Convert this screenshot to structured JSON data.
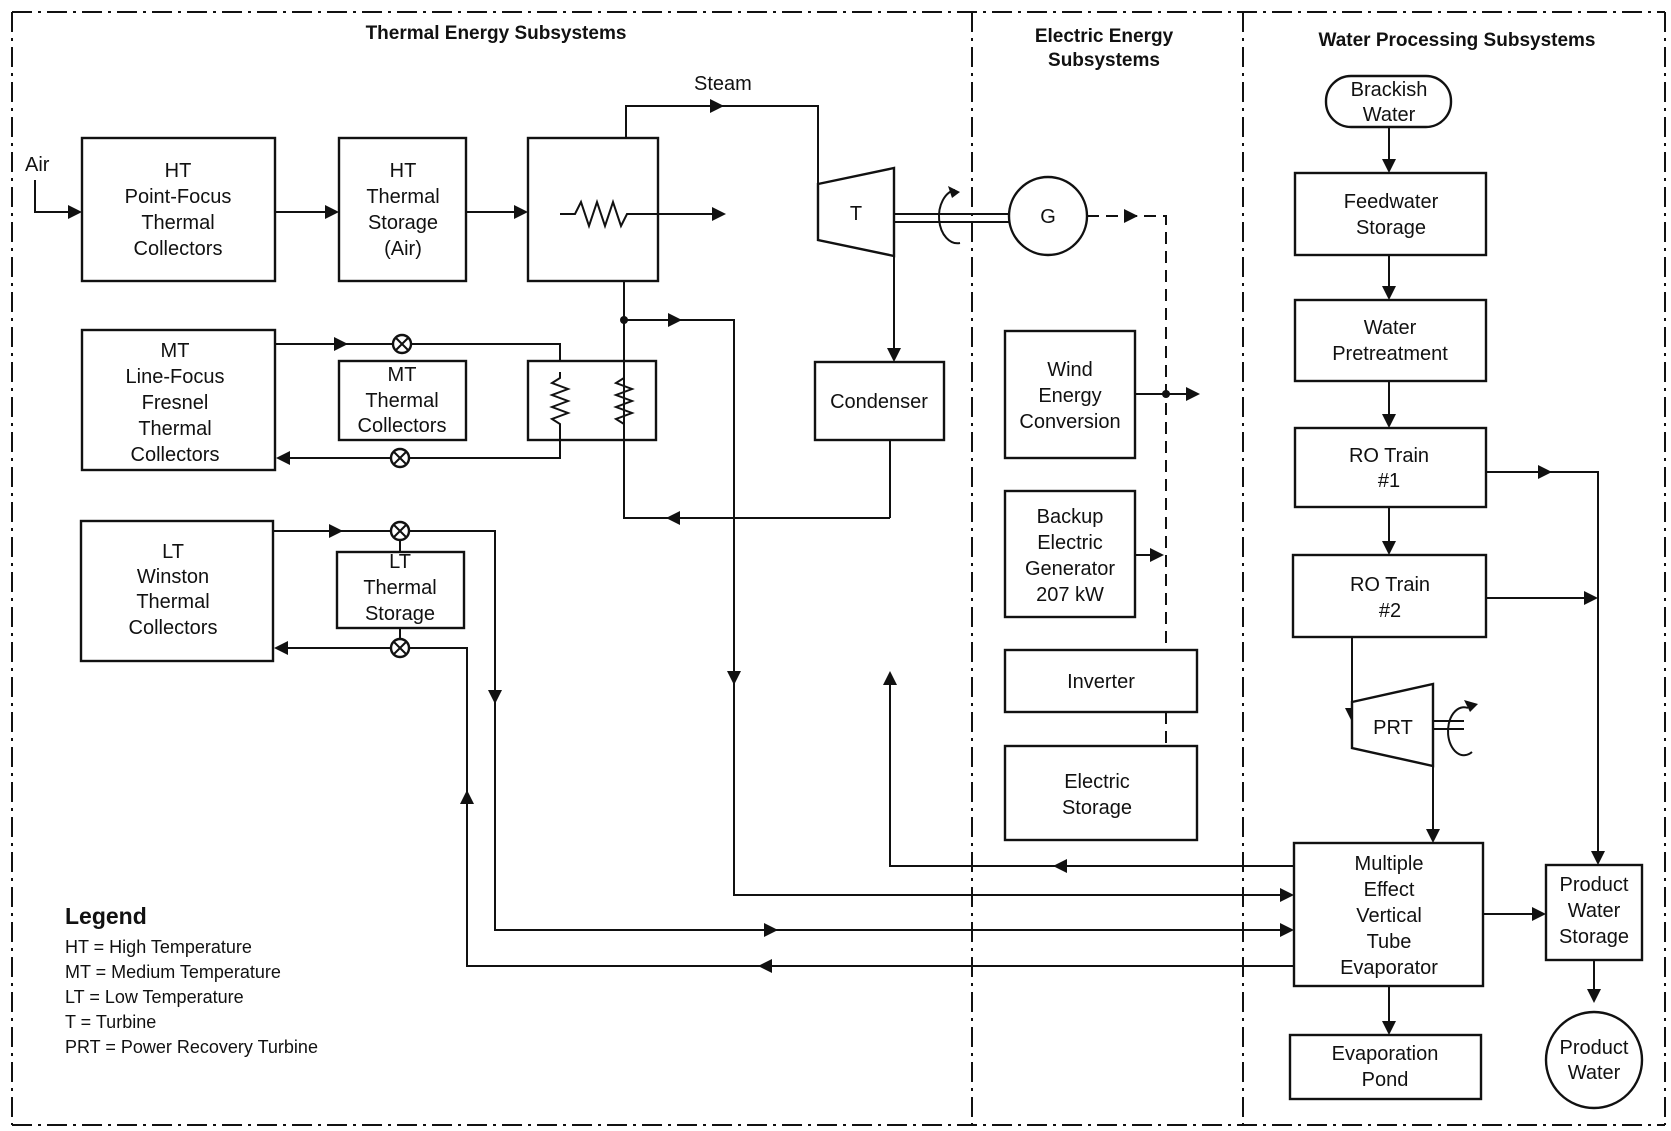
{
  "sections": {
    "thermal": "Thermal Energy Subsystems",
    "electric": [
      "Electric Energy",
      "Subsystems"
    ],
    "water": "Water Processing Subsystems"
  },
  "labels": {
    "air": "Air",
    "steam": "Steam",
    "turbine": "T",
    "generator": "G",
    "prt": "PRT"
  },
  "boxes": {
    "ht_collectors": [
      "HT",
      "Point-Focus",
      "Thermal",
      "Collectors"
    ],
    "ht_storage": [
      "HT",
      "Thermal",
      "Storage",
      "(Air)"
    ],
    "mt_fresnel": [
      "MT",
      "Line-Focus",
      "Fresnel",
      "Thermal",
      "Collectors"
    ],
    "mt_collectors": [
      "MT",
      "Thermal",
      "Collectors"
    ],
    "lt_winston": [
      "LT",
      "Winston",
      "Thermal",
      "Collectors"
    ],
    "lt_storage": [
      "LT",
      "Thermal",
      "Storage"
    ],
    "condenser": [
      "Condenser"
    ],
    "wind": [
      "Wind",
      "Energy",
      "Conversion"
    ],
    "backup": [
      "Backup",
      "Electric",
      "Generator",
      "207 kW"
    ],
    "inverter": [
      "Inverter"
    ],
    "elec_storage": [
      "Electric",
      "Storage"
    ],
    "brackish": [
      "Brackish",
      "Water"
    ],
    "feedwater": [
      "Feedwater",
      "Storage"
    ],
    "pretreatment": [
      "Water",
      "Pretreatment"
    ],
    "ro1": [
      "RO Train",
      "#1"
    ],
    "ro2": [
      "RO Train",
      "#2"
    ],
    "evaporator": [
      "Multiple",
      "Effect",
      "Vertical",
      "Tube",
      "Evaporator"
    ],
    "evap_pond": [
      "Evaporation",
      "Pond"
    ],
    "product_storage": [
      "Product",
      "Water",
      "Storage"
    ],
    "product_water": [
      "Product",
      "Water"
    ]
  },
  "legend": {
    "title": "Legend",
    "items": [
      "HT = High Temperature",
      "MT = Medium Temperature",
      "LT = Low Temperature",
      "T = Turbine",
      "PRT = Power Recovery Turbine"
    ]
  }
}
